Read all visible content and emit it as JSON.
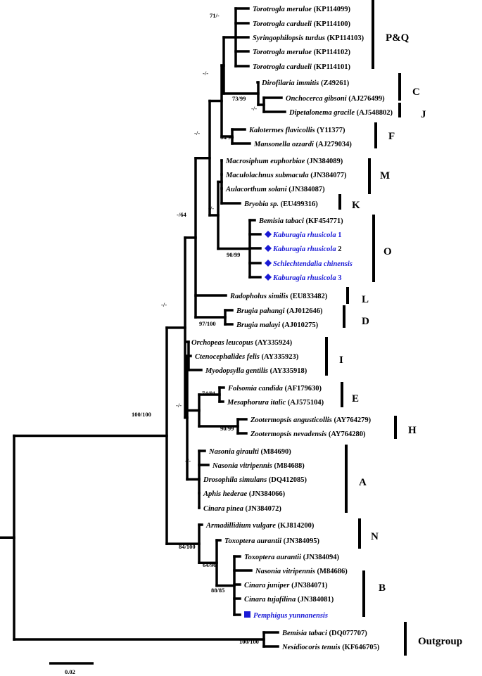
{
  "colors": {
    "line": "#000000",
    "highlight": "#1a1ad6",
    "shadow": "#8a8a8a"
  },
  "taxa": [
    {
      "id": "t1",
      "name": "Torotrogla merulae",
      "acc": "(KP114099)"
    },
    {
      "id": "t2",
      "name": "Torotrogla cardueli",
      "acc": "(KP114100)"
    },
    {
      "id": "t3",
      "name": "Syringophilopsis turdus",
      "acc": "(KP114103)"
    },
    {
      "id": "t4",
      "name": "Torotrogla merulae",
      "acc": "(KP114102)"
    },
    {
      "id": "t5",
      "name": "Torotrogla cardueli",
      "acc": "(KP114101)"
    },
    {
      "id": "t6",
      "name": "Dirofilaria immitis",
      "acc": "(Z49261)"
    },
    {
      "id": "t7",
      "name": "Onchocerca gibsoni",
      "acc": "(AJ276499)"
    },
    {
      "id": "t8",
      "name": "Dipetalonema gracile",
      "acc": "(AJ548802)"
    },
    {
      "id": "t9",
      "name": "Kalotermes flavicollis",
      "acc": "(Y11377)"
    },
    {
      "id": "t10",
      "name": "Mansonella ozzardi",
      "acc": "(AJ279034)"
    },
    {
      "id": "t11",
      "name": "Macrosiphum euphorbiae",
      "acc": "(JN384089)"
    },
    {
      "id": "t12",
      "name": "Maculolachnus submacula",
      "acc": "(JN384077)"
    },
    {
      "id": "t13",
      "name": "Aulacorthum solani",
      "acc": "(JN384087)"
    },
    {
      "id": "t14",
      "name": "Bryobia sp.",
      "acc": "(EU499316)"
    },
    {
      "id": "t15",
      "name": "Bemisia tabaci",
      "acc": "(KF454771)"
    },
    {
      "id": "t16",
      "name": "Kaburagia rhusicola",
      "acc": "1",
      "highlight": true,
      "marker": "diamond"
    },
    {
      "id": "t17",
      "name": "Kaburagia rhusicola",
      "acc": "2",
      "highlight": true,
      "marker": "diamond",
      "accBlack": true
    },
    {
      "id": "t18",
      "name": "Schlechtendalia chinensis",
      "acc": "",
      "highlight": true,
      "marker": "diamond"
    },
    {
      "id": "t19",
      "name": "Kaburagia rhusicola",
      "acc": "3",
      "highlight": true,
      "marker": "diamond"
    },
    {
      "id": "t20",
      "name": "Radopholus similis",
      "acc": "(EU833482)"
    },
    {
      "id": "t21",
      "name": "Brugia pahangi",
      "acc": "(AJ012646)"
    },
    {
      "id": "t22",
      "name": "Brugia malayi",
      "acc": "(AJ010275)"
    },
    {
      "id": "t23",
      "name": "Orchopeas leucopus",
      "acc": "(AY335924)"
    },
    {
      "id": "t24",
      "name": "Ctenocephalides felis",
      "acc": "(AY335923)"
    },
    {
      "id": "t25",
      "name": "Myodopsylla gentilis",
      "acc": "(AY335918)"
    },
    {
      "id": "t26",
      "name": "Folsomia candida",
      "acc": "(AF179630)"
    },
    {
      "id": "t27",
      "name": "Mesaphorura italic",
      "acc": "(AJ575104)"
    },
    {
      "id": "t28",
      "name": "Zootermopsis angusticollis",
      "acc": "(AY764279)"
    },
    {
      "id": "t29",
      "name": "Zootermopsis nevadensis",
      "acc": "(AY764280)"
    },
    {
      "id": "t30",
      "name": "Nasonia giraulti",
      "acc": "(M84690)"
    },
    {
      "id": "t31",
      "name": "Nasonia vitripennis",
      "acc": "(M84688)"
    },
    {
      "id": "t32",
      "name": "Drosophila simulans",
      "acc": "(DQ412085)"
    },
    {
      "id": "t33",
      "name": "Aphis hederae",
      "acc": "(JN384066)"
    },
    {
      "id": "t34",
      "name": "Cinara pinea",
      "acc": "(JN384072)"
    },
    {
      "id": "t35",
      "name": "Armadillidium vulgare",
      "acc": "(KJ814200)"
    },
    {
      "id": "t36",
      "name": "Toxoptera aurantii",
      "acc": "(JN384095)"
    },
    {
      "id": "t37",
      "name": "Toxoptera aurantii",
      "acc": "(JN384094)"
    },
    {
      "id": "t38",
      "name": "Nasonia vitripennis",
      "acc": "(M84686)"
    },
    {
      "id": "t39",
      "name": "Cinara juniper",
      "acc": "(JN384071)"
    },
    {
      "id": "t40",
      "name": "Cinara tujafilina",
      "acc": "(JN384081)"
    },
    {
      "id": "t41",
      "name": "Pemphigus yunnanensis",
      "acc": "",
      "highlight": true,
      "marker": "square"
    },
    {
      "id": "t42",
      "name": "Bemisia tabaci",
      "acc": "(DQ077707)"
    },
    {
      "id": "t43",
      "name": "Nesidiocoris tenuis",
      "acc": "(KF646705)"
    }
  ],
  "supports": [
    {
      "id": "s1",
      "text": "71/-"
    },
    {
      "id": "s2",
      "text": "-/-"
    },
    {
      "id": "s3",
      "text": "73/99"
    },
    {
      "id": "s4",
      "text": "-/-"
    },
    {
      "id": "s5",
      "text": "-/-"
    },
    {
      "id": "s6",
      "text": "64/90"
    },
    {
      "id": "s7",
      "text": "-/-"
    },
    {
      "id": "s8",
      "text": "-/64"
    },
    {
      "id": "s9",
      "text": "90/99"
    },
    {
      "id": "s10",
      "text": "97/100"
    },
    {
      "id": "s11",
      "text": "-/-"
    },
    {
      "id": "s12",
      "text": "74/91"
    },
    {
      "id": "s13",
      "text": "-/-"
    },
    {
      "id": "s14",
      "text": "90/99"
    },
    {
      "id": "s15",
      "text": "-/-"
    },
    {
      "id": "s16",
      "text": "100/100"
    },
    {
      "id": "s17",
      "text": "84/100"
    },
    {
      "id": "s18",
      "text": "64/96"
    },
    {
      "id": "s19",
      "text": "88/85"
    },
    {
      "id": "s20",
      "text": "100/100"
    }
  ],
  "groups": [
    {
      "id": "g1",
      "label": "P&Q"
    },
    {
      "id": "g2",
      "label": "C"
    },
    {
      "id": "g3",
      "label": "J"
    },
    {
      "id": "g4",
      "label": "F"
    },
    {
      "id": "g5",
      "label": "M"
    },
    {
      "id": "g6",
      "label": "K"
    },
    {
      "id": "g7",
      "label": "O"
    },
    {
      "id": "g8",
      "label": "L"
    },
    {
      "id": "g9",
      "label": "D"
    },
    {
      "id": "g10",
      "label": "I"
    },
    {
      "id": "g11",
      "label": "E"
    },
    {
      "id": "g12",
      "label": "H"
    },
    {
      "id": "g13",
      "label": "A"
    },
    {
      "id": "g14",
      "label": "N"
    },
    {
      "id": "g15",
      "label": "B"
    },
    {
      "id": "g16",
      "label": "Outgroup"
    }
  ],
  "scale_bar": {
    "label": "0.02"
  }
}
